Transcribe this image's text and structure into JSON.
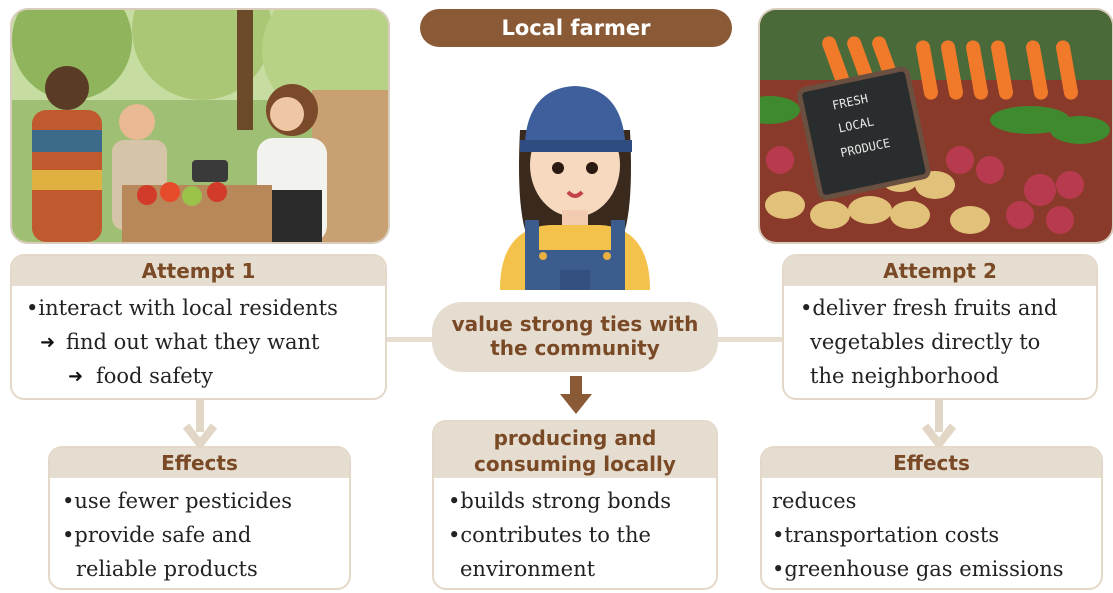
{
  "title": "Local farmer",
  "left_photo": {
    "icon": "farmers-market-photo"
  },
  "right_photo": {
    "icon": "fresh-produce-photo",
    "sign_lines": [
      "FRESH",
      "LOCAL",
      "PRODUCE"
    ]
  },
  "center": {
    "pill_line1": "value strong ties with",
    "pill_line2": "the community",
    "result_header_line1": "producing and",
    "result_header_line2": "consuming locally",
    "result_items": [
      "•builds strong bonds",
      "•contributes to the",
      "environment"
    ]
  },
  "attempt1": {
    "header": "Attempt 1",
    "lines": [
      "•interact with local residents",
      "find out what they want",
      "food safety"
    ],
    "effects_header": "Effects",
    "effects": [
      "•use fewer pesticides",
      "•provide safe and",
      "reliable products"
    ]
  },
  "attempt2": {
    "header": "Attempt 2",
    "lines": [
      "•deliver fresh fruits and",
      "vegetables directly to",
      "the neighborhood"
    ],
    "effects_header": "Effects",
    "effects": [
      "reduces",
      "•transportation costs",
      "•greenhouse gas emissions"
    ]
  },
  "colors": {
    "brown": "#8a5a36",
    "beige": "#e6ddd1",
    "border": "#e4d8c8"
  }
}
